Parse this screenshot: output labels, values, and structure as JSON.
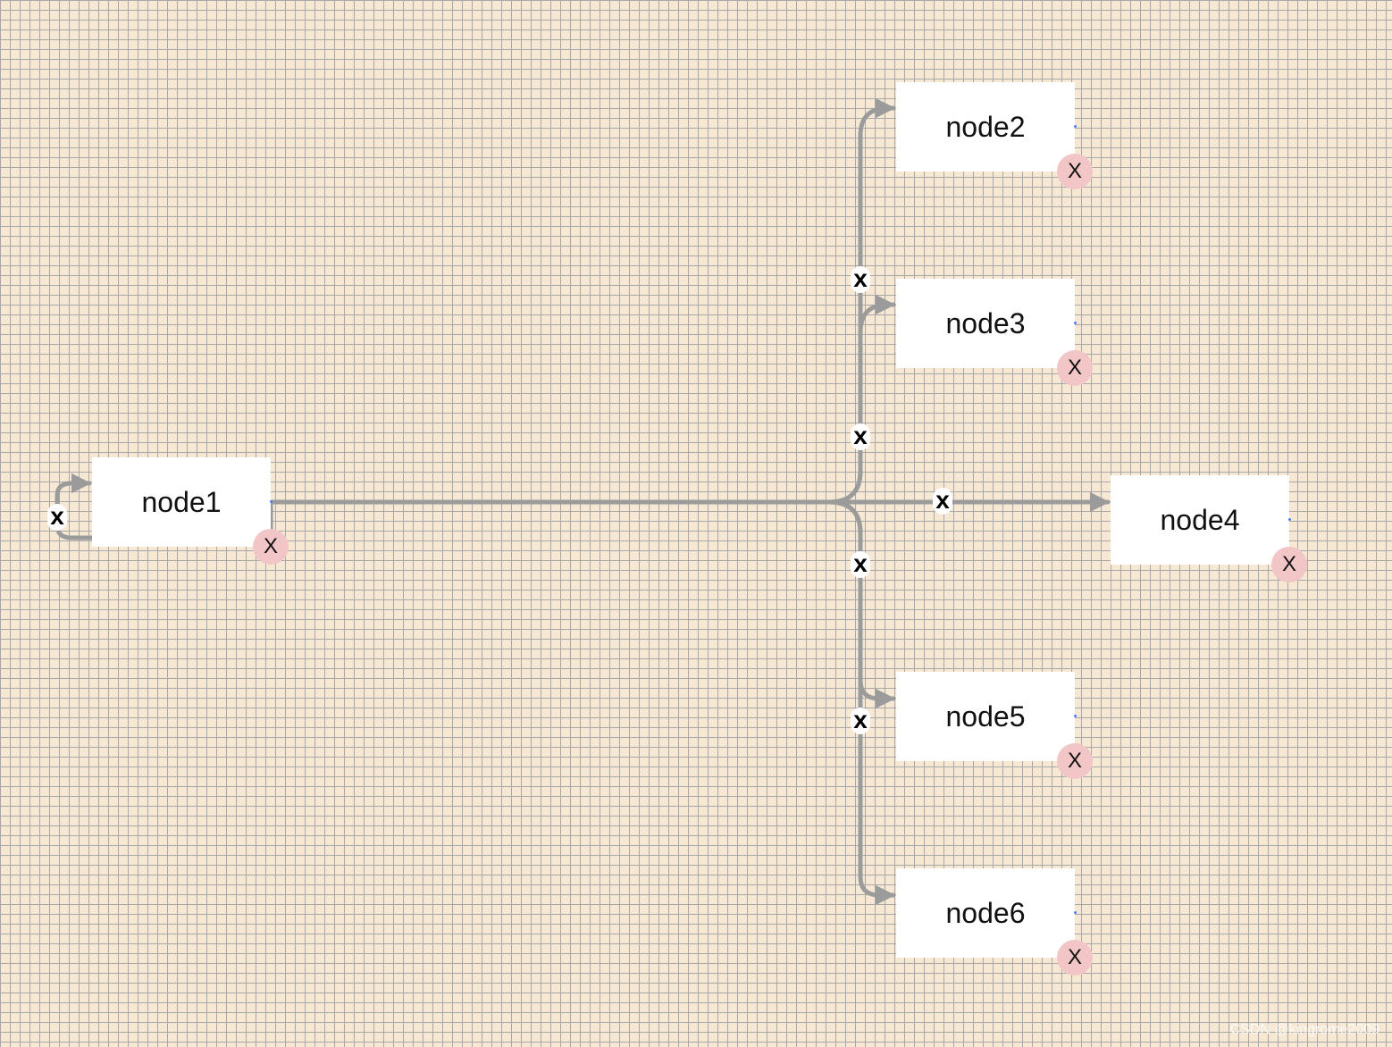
{
  "canvas": {
    "background_color": "#f7e8d4",
    "grid_color": "#a8a8a8",
    "edge_color": "#9b9b9b",
    "delete_button_color": "#f2c6c6",
    "port_color": "#4a7dff"
  },
  "nodes": [
    {
      "id": "node1",
      "label": "node1",
      "delete_label": "X"
    },
    {
      "id": "node2",
      "label": "node2",
      "delete_label": "X"
    },
    {
      "id": "node3",
      "label": "node3",
      "delete_label": "X"
    },
    {
      "id": "node4",
      "label": "node4",
      "delete_label": "X"
    },
    {
      "id": "node5",
      "label": "node5",
      "delete_label": "X"
    },
    {
      "id": "node6",
      "label": "node6",
      "delete_label": "X"
    }
  ],
  "edges": [
    {
      "id": "e1-1",
      "source": "node1",
      "target": "node1",
      "label": "x"
    },
    {
      "id": "e1-2",
      "source": "node1",
      "target": "node2",
      "label": "x"
    },
    {
      "id": "e1-3",
      "source": "node1",
      "target": "node3",
      "label": "x"
    },
    {
      "id": "e1-4",
      "source": "node1",
      "target": "node4",
      "label": "x"
    },
    {
      "id": "e1-5",
      "source": "node1",
      "target": "node5",
      "label": "x"
    },
    {
      "id": "e1-6",
      "source": "node1",
      "target": "node6",
      "label": "x"
    }
  ],
  "watermark": "CSDN @kingrome2009"
}
